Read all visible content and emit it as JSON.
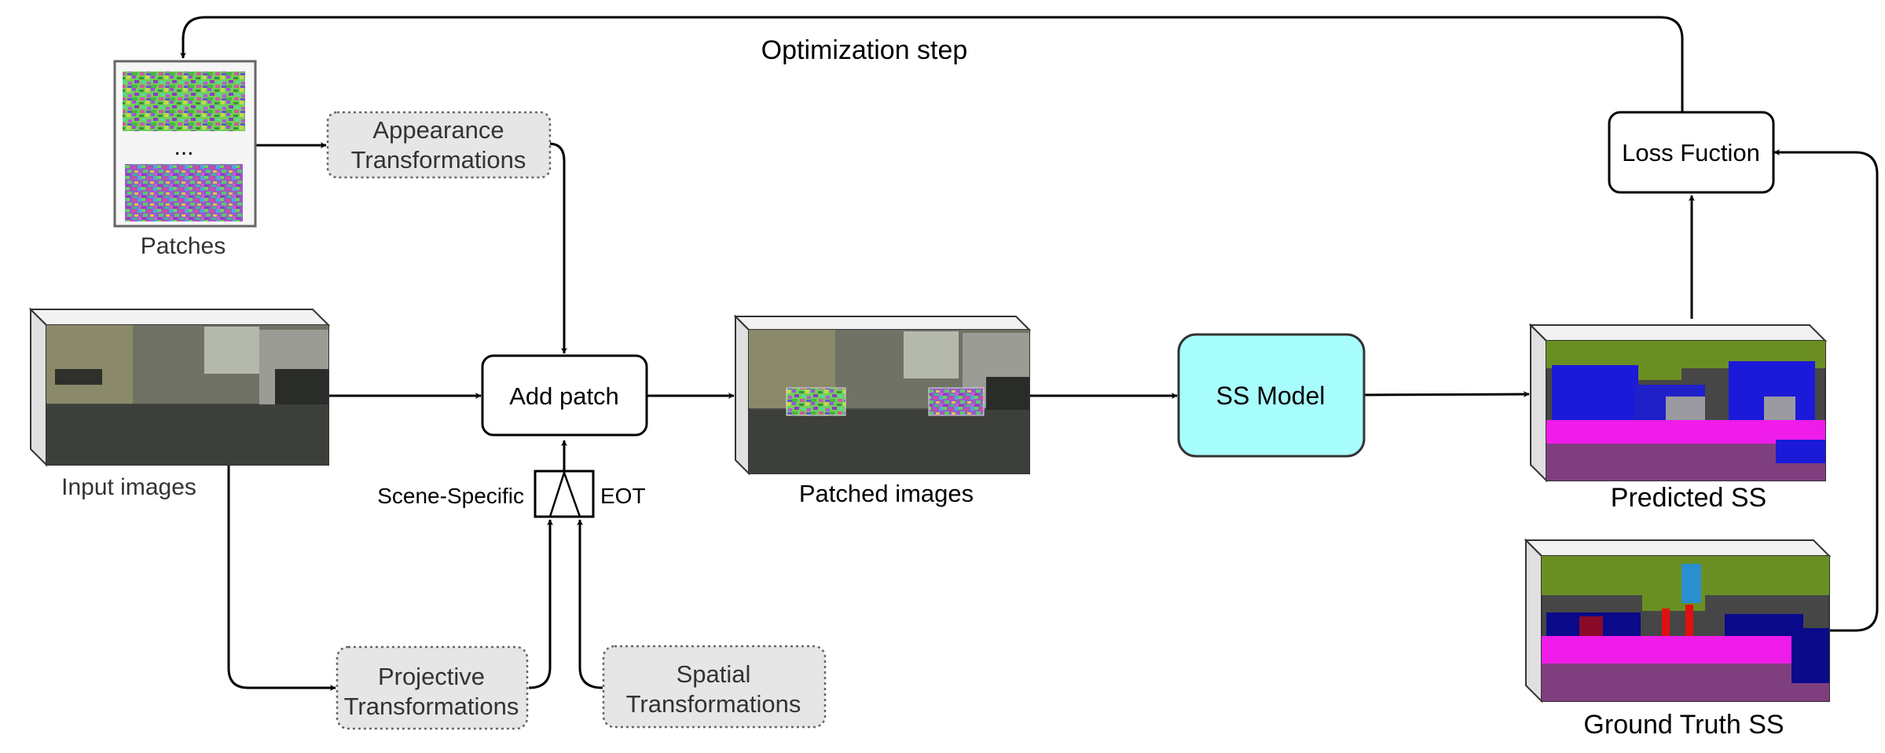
{
  "labels": {
    "optimization_step": "Optimization step",
    "patches": "Patches",
    "patches_ellipsis": "...",
    "input_images": "Input images",
    "scene_specific": "Scene-Specific",
    "eot": "EOT",
    "patched_images": "Patched images",
    "predicted_ss": "Predicted SS",
    "ground_truth_ss": "Ground Truth SS"
  },
  "nodes": {
    "appearance": [
      "Appearance",
      "Transformations"
    ],
    "add_patch": "Add patch",
    "ss_model": "SS Model",
    "loss": "Loss Fuction",
    "projective": [
      "Projective",
      "Transformations"
    ],
    "spatial": [
      "Spatial",
      "Transformations"
    ]
  },
  "colors": {
    "ss_model_fill": "#a8fdfd",
    "transform_fill": "#e6e6e6",
    "seg_road": "#7f3f7f",
    "seg_sidewalk": "#ef1ce9",
    "seg_car": "#0a0ac8",
    "seg_vegetation": "#6b8e23",
    "seg_building": "#464646"
  }
}
